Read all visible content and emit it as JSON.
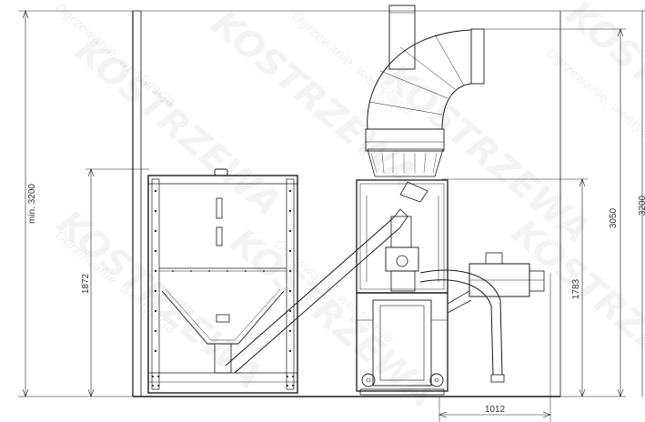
{
  "dimensions": {
    "min_room_height": "min. 3200",
    "hopper_height": "1872",
    "burner_height": "1783",
    "stack_height": "3050",
    "right_edge": "3200",
    "side_width": "1012"
  },
  "watermark": {
    "brand": "KOSTRZEWA",
    "tagline": "Ogrzewanie, wentylacja"
  }
}
